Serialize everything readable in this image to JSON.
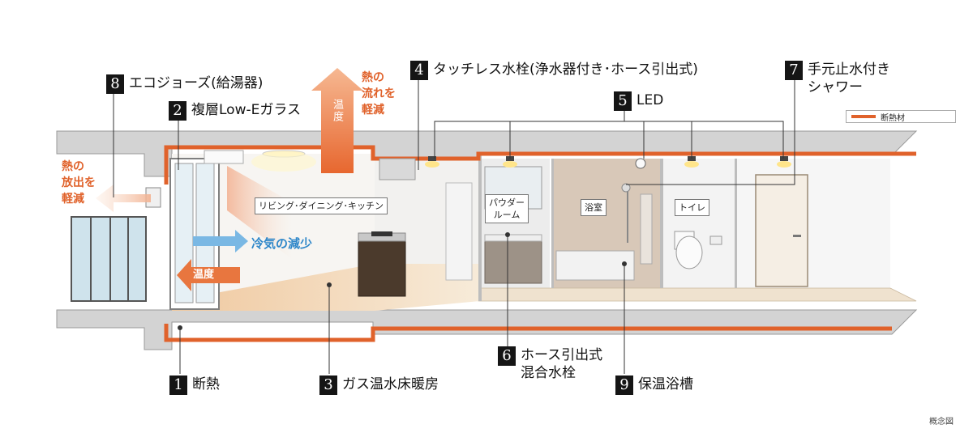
{
  "colors": {
    "insulation": "#e0622b",
    "heat_text": "#e0622b",
    "cool_text": "#2d86c9",
    "slab": "#d2d2d2",
    "floor": "#e9c99a"
  },
  "callouts": [
    {
      "num": "1",
      "text": "断熱"
    },
    {
      "num": "2",
      "text": "複層Low-Eガラス"
    },
    {
      "num": "3",
      "text": "ガス温水床暖房"
    },
    {
      "num": "4",
      "text": "タッチレス水栓(浄水器付き･ホース引出式)"
    },
    {
      "num": "5",
      "text": "LED"
    },
    {
      "num": "6",
      "text": "ホース引出式",
      "text2": "混合水栓"
    },
    {
      "num": "7",
      "text": "手元止水付き",
      "text2": "シャワー"
    },
    {
      "num": "8",
      "text": "エコジョーズ(給湯器)"
    },
    {
      "num": "9",
      "text": "保温浴槽"
    }
  ],
  "rooms": {
    "living": "リビング･ダイニング･キッチン",
    "powder_1": "パウダー",
    "powder_2": "ルーム",
    "bath": "浴室",
    "toilet": "トイレ"
  },
  "effects": {
    "heat_release": [
      "熱の",
      "放出を",
      "軽減"
    ],
    "heat_flow": [
      "熱の",
      "流れを",
      "軽減"
    ],
    "temp_up": "温度",
    "temp_left": "温度",
    "cold_reduce": "冷気の減少"
  },
  "legend": {
    "label": "断熱材"
  },
  "note": "概念図"
}
